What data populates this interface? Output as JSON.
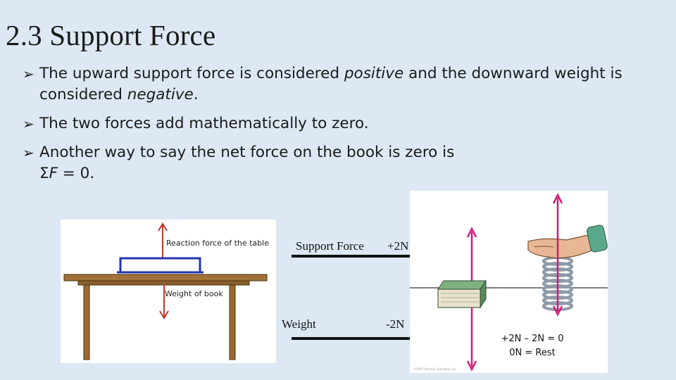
{
  "title": "2.3 Support Force",
  "bullets": [
    {
      "pre": "The upward support force is considered ",
      "em1": "positive",
      "mid": " and the downward weight is considered ",
      "em2": "negative",
      "post": "."
    },
    {
      "text": "The two forces add mathematically to zero."
    },
    {
      "line1": "Another way to say the net force on the book is zero is",
      "sigma": "Σ",
      "F": "F",
      "tail": " = 0."
    }
  ],
  "figure_table": {
    "reaction_label": "Reaction force of the table",
    "weight_label": "Weight of book",
    "colors": {
      "arrow": "#c0392b",
      "book": "#2233aa",
      "table": "#9b6a2f"
    }
  },
  "vectors": {
    "support_label": "Support Force",
    "support_value": "+2N",
    "weight_label": "Weight",
    "weight_value": "-2N"
  },
  "figure_spring": {
    "equation_line1": "+2N – 2N = 0",
    "equation_line2": "0N = Rest",
    "copyright": "©2007 Pearson Education, Inc.",
    "colors": {
      "arrow": "#d6197a",
      "book": "#5a8a5a",
      "spring": "#8e9aa8",
      "hand": "#e8b896",
      "sleeve": "#5aa88a"
    }
  }
}
